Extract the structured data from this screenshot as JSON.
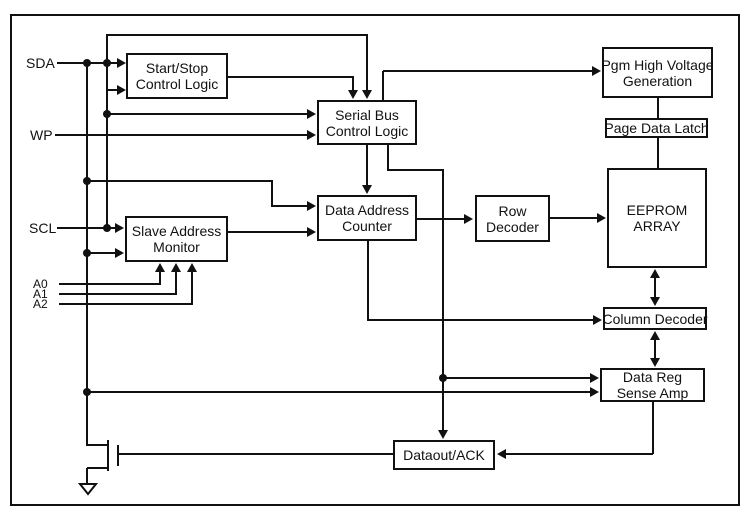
{
  "diagram": {
    "type": "block-diagram",
    "subject": "Serial EEPROM functional block diagram",
    "colors": {
      "line": "#111111",
      "background": "#ffffff"
    },
    "pins": [
      {
        "id": "sda",
        "label": "SDA"
      },
      {
        "id": "wp",
        "label": "WP"
      },
      {
        "id": "scl",
        "label": "SCL"
      },
      {
        "id": "a0",
        "label": "A0"
      },
      {
        "id": "a1",
        "label": "A1"
      },
      {
        "id": "a2",
        "label": "A2"
      }
    ],
    "blocks": [
      {
        "id": "start-stop-control-logic",
        "lines": [
          "Start/Stop",
          "Control Logic"
        ]
      },
      {
        "id": "serial-bus-control-logic",
        "lines": [
          "Serial Bus",
          "Control Logic"
        ]
      },
      {
        "id": "slave-address-monitor",
        "lines": [
          "Slave Address",
          "Monitor"
        ]
      },
      {
        "id": "data-address-counter",
        "lines": [
          "Data Address",
          "Counter"
        ]
      },
      {
        "id": "row-decoder",
        "lines": [
          "Row",
          "Decoder"
        ]
      },
      {
        "id": "pgm-high-voltage-generation",
        "lines": [
          "Pgm High Voltage",
          "Generation"
        ]
      },
      {
        "id": "page-data-latch",
        "lines": [
          "Page Data Latch"
        ]
      },
      {
        "id": "eeprom-array",
        "lines": [
          "EEPROM",
          "ARRAY"
        ]
      },
      {
        "id": "column-decoder",
        "lines": [
          "Column Decoder"
        ]
      },
      {
        "id": "data-reg-sense-amp",
        "lines": [
          "Data Reg",
          "Sense Amp"
        ]
      },
      {
        "id": "dataout-ack",
        "lines": [
          "Dataout/ACK"
        ]
      }
    ]
  }
}
